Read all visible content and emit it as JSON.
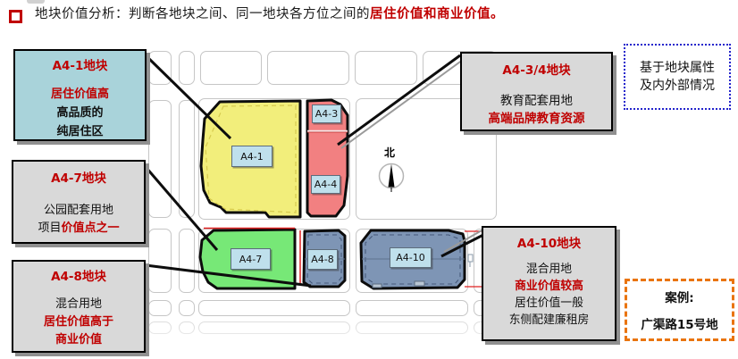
{
  "header": {
    "text_black": "地块价值分析：判断各地块之间、同一地块各方位之间的",
    "text_red": "居住价值和商业价值。"
  },
  "callouts": {
    "a41": {
      "title": "A4-1地块",
      "line1": "居住价值高",
      "line2": "高品质的",
      "line3": "纯居住区"
    },
    "a47": {
      "title": "A4-7地块",
      "line1": "公园配套用地",
      "line2_black": "项目",
      "line2_red": "价值点之一"
    },
    "a48": {
      "title": "A4-8地块",
      "line1": "混合用地",
      "line2": "居住价值高于",
      "line3": "商业价值"
    },
    "a434": {
      "title": "A4-3/4地块",
      "line1": "教育配套用地",
      "line2": "高端品牌教育资源"
    },
    "a410": {
      "title": "A4-10地块",
      "line1": "混合用地",
      "line2": "商业价值较高",
      "line3": "居住价值一般",
      "line4": "东侧配建廉租房"
    },
    "context_note": {
      "line1": "基于地块属性",
      "line2": "及内外部情况"
    },
    "case_note": {
      "line1": "案例:",
      "line2": "广渠路15号地"
    }
  },
  "map": {
    "north_label": "北",
    "parcels": [
      {
        "id": "A4-1",
        "label": "A4-1",
        "fill": "#f2ee7b"
      },
      {
        "id": "A4-3",
        "label": "A4-3",
        "fill": "#f28081"
      },
      {
        "id": "A4-4",
        "label": "A4-4",
        "fill": "#f28081"
      },
      {
        "id": "A4-7",
        "label": "A4-7",
        "fill": "#77e877"
      },
      {
        "id": "A4-8",
        "label": "A4-8",
        "fill": "#7e95b5"
      },
      {
        "id": "A4-10",
        "label": "A4-10",
        "fill": "#7e95b5"
      }
    ],
    "label_bg": "#bfe0ec"
  },
  "colors": {
    "title_red": "#c00000",
    "callout_teal": "#a9d3da",
    "callout_gray": "#d9d9d9",
    "context_border_blue": "#2424cc",
    "case_border_orange": "#e9740e"
  }
}
